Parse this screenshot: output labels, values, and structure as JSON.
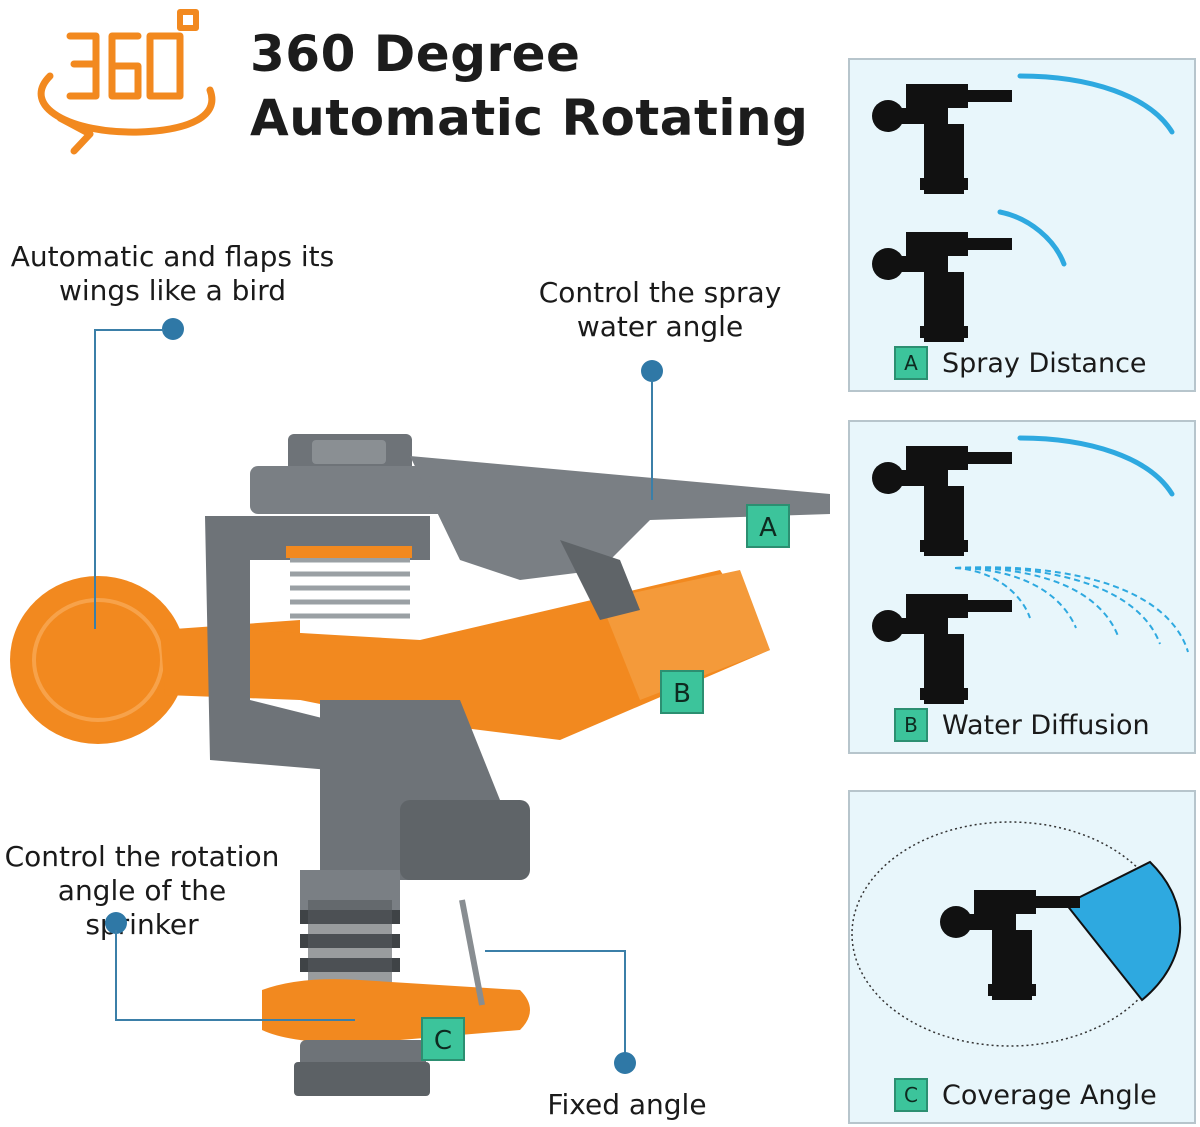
{
  "header": {
    "logo_text": "360°",
    "title_line1": "360 Degree",
    "title_line2": "Automatic Rotating"
  },
  "callouts": {
    "wings": "Automatic and flaps its wings like a bird",
    "spray_angle": "Control the spray water angle",
    "rotation_angle": "Control the rotation angle of the sprinker",
    "fixed_angle": "Fixed angle"
  },
  "badges": {
    "a": "A",
    "b": "B",
    "c": "C"
  },
  "panels": [
    {
      "letter": "A",
      "caption": "Spray Distance"
    },
    {
      "letter": "B",
      "caption": "Water Diffusion"
    },
    {
      "letter": "C",
      "caption": "Coverage Angle"
    }
  ],
  "colors": {
    "orange": "#f2891f",
    "gray": "#6e7378",
    "teal_badge": "#3cc49b",
    "water_blue": "#2ea9e0",
    "panel_bg": "#e8f6fb",
    "callout_line": "#3b7fa8"
  }
}
